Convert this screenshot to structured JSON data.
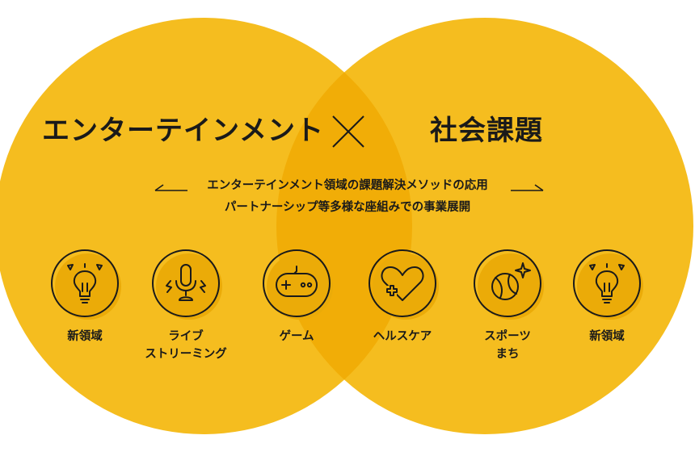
{
  "colors": {
    "circle_fill": "#f5bd1f",
    "overlap_fill": "#f1ad07",
    "icon_halo": "#ebab08",
    "ink": "#1a1a1a"
  },
  "heading": {
    "left": "エンターテインメント",
    "separator": "×",
    "right": "社会課題"
  },
  "subtitle": {
    "line1": "エンターテインメント領域の課題解決メソッドの応用",
    "line2": "パートナーシップ等多様な座組みでの事業展開"
  },
  "categories": [
    {
      "label": "新領域",
      "icon": "lightbulb-icon"
    },
    {
      "label": "ライブ\nストリーミング",
      "icon": "microphone-icon"
    },
    {
      "label": "ゲーム",
      "icon": "gamepad-icon"
    },
    {
      "label": "ヘルスケア",
      "icon": "heart-plus-icon"
    },
    {
      "label": "スポーツ\nまち",
      "icon": "ball-sparkle-icon"
    },
    {
      "label": "新領域",
      "icon": "lightbulb-icon"
    }
  ]
}
